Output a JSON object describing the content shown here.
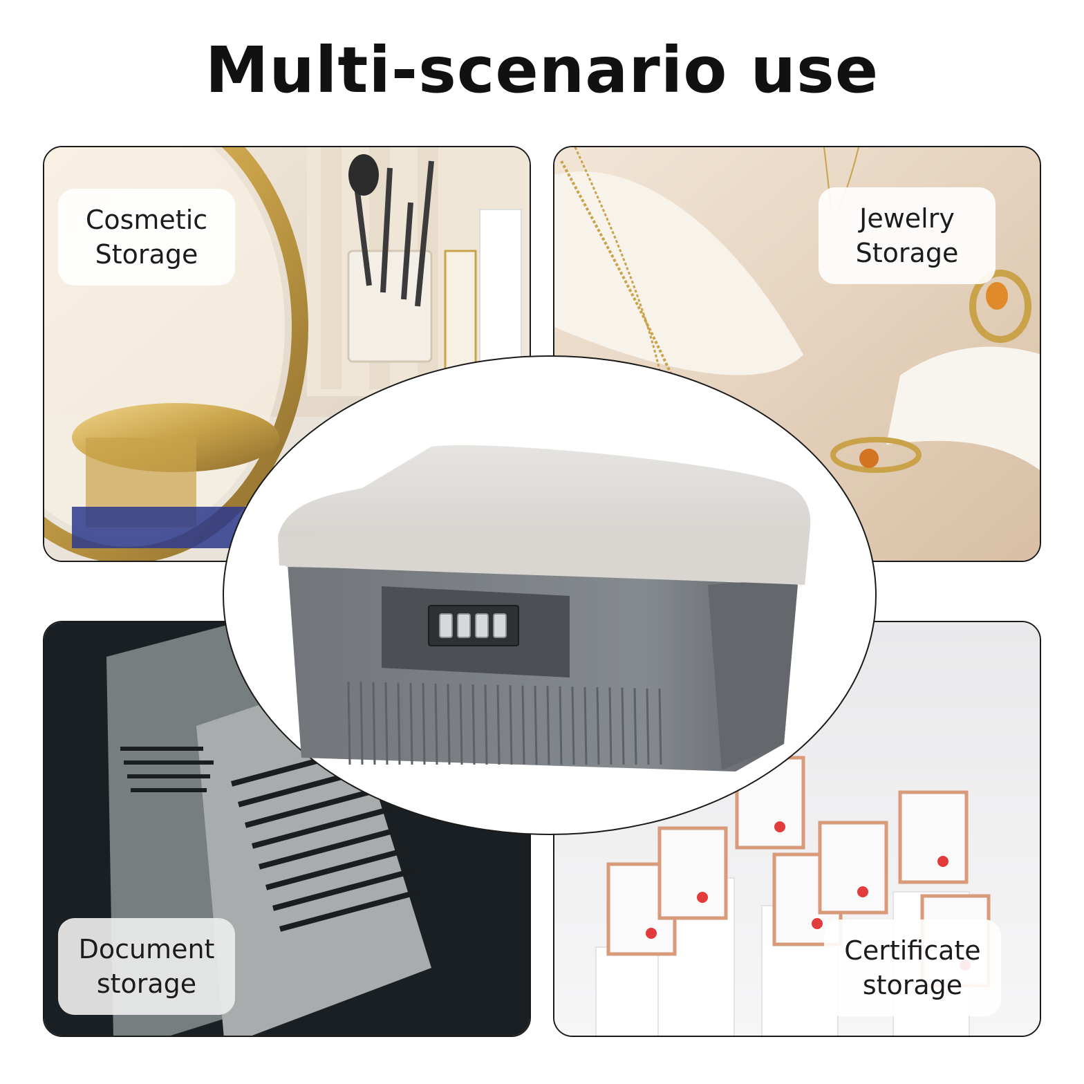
{
  "title": "Multi-scenario use",
  "panels": [
    {
      "line1": "Cosmetic",
      "line2": "Storage"
    },
    {
      "line1": "Jewelry",
      "line2": "Storage"
    },
    {
      "line1": "Document",
      "line2": "storage"
    },
    {
      "line1": "Certificate",
      "line2": "storage"
    }
  ],
  "colors": {
    "box_body": "#7c7f82",
    "box_lid": "#dedcd8",
    "gold": "#c9a24a",
    "document_bg": "#1e2528"
  }
}
